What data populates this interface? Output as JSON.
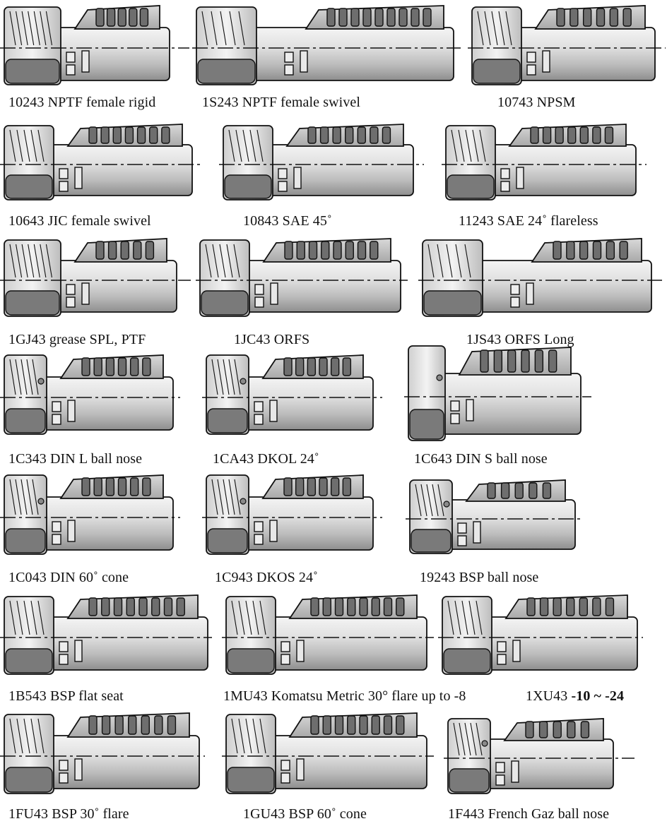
{
  "title": "",
  "colors": {
    "body_light": "#f1f1f1",
    "body_mid": "#c9c9c9",
    "body_dark": "#8a8a8a",
    "ferrule_dark": "#6e6e6e",
    "hex_dark": "#7a7a7a",
    "outline": "#111111",
    "label_text": "#111111",
    "background": "#ffffff"
  },
  "fittings": [
    {
      "code": "10243",
      "name": "NPTF female rigid",
      "nut": "threaded-rigid"
    },
    {
      "code": "1S243",
      "name": "NPTF female swivel",
      "nut": "swivel-long"
    },
    {
      "code": "10743",
      "name": "NPSM",
      "nut": "swivel-nut"
    },
    {
      "code": "10643",
      "name": "JIC female swivel",
      "nut": "swivel-nut"
    },
    {
      "code": "10843",
      "name": "SAE 45˚",
      "nut": "swivel-nut"
    },
    {
      "code": "11243",
      "name": "SAE 24˚ flareless",
      "nut": "swivel-nut"
    },
    {
      "code": "1GJ43",
      "name": "grease SPL, PTF",
      "nut": "threaded-rigid"
    },
    {
      "code": "1JC43",
      "name": "ORFS",
      "nut": "swivel-nut"
    },
    {
      "code": "1JS43",
      "name": "ORFS Long",
      "nut": "swivel-long"
    },
    {
      "code": "1C343",
      "name": "DIN L ball nose",
      "nut": "ball-nose"
    },
    {
      "code": "1CA43",
      "name": "DKOL 24˚",
      "nut": "ball-nose"
    },
    {
      "code": "1C643",
      "name": "DIN S ball nose",
      "nut": "ball-nose-large"
    },
    {
      "code": "1C043",
      "name": "DIN 60˚ cone",
      "nut": "ball-nose"
    },
    {
      "code": "1C943",
      "name": "DKOS 24˚",
      "nut": "ball-nose"
    },
    {
      "code": "19243",
      "name": "BSP ball nose",
      "nut": "ball-nose"
    },
    {
      "code": "1B543",
      "name": "BSP flat seat",
      "nut": "swivel-nut"
    },
    {
      "code": "1MU43",
      "name": "Komatsu Metric 30° flare up to -8",
      "nut": "swivel-nut"
    },
    {
      "code": "1XU43",
      "name": "",
      "extra": "-10 ~ -24",
      "nut": "swivel-nut"
    },
    {
      "code": "1FU43",
      "name": "BSP 30˚ flare",
      "nut": "swivel-nut"
    },
    {
      "code": "1GU43",
      "name": "BSP 60˚ cone",
      "nut": "swivel-nut"
    },
    {
      "code": "1F443",
      "name": "French Gaz ball nose",
      "nut": "ball-nose"
    }
  ]
}
